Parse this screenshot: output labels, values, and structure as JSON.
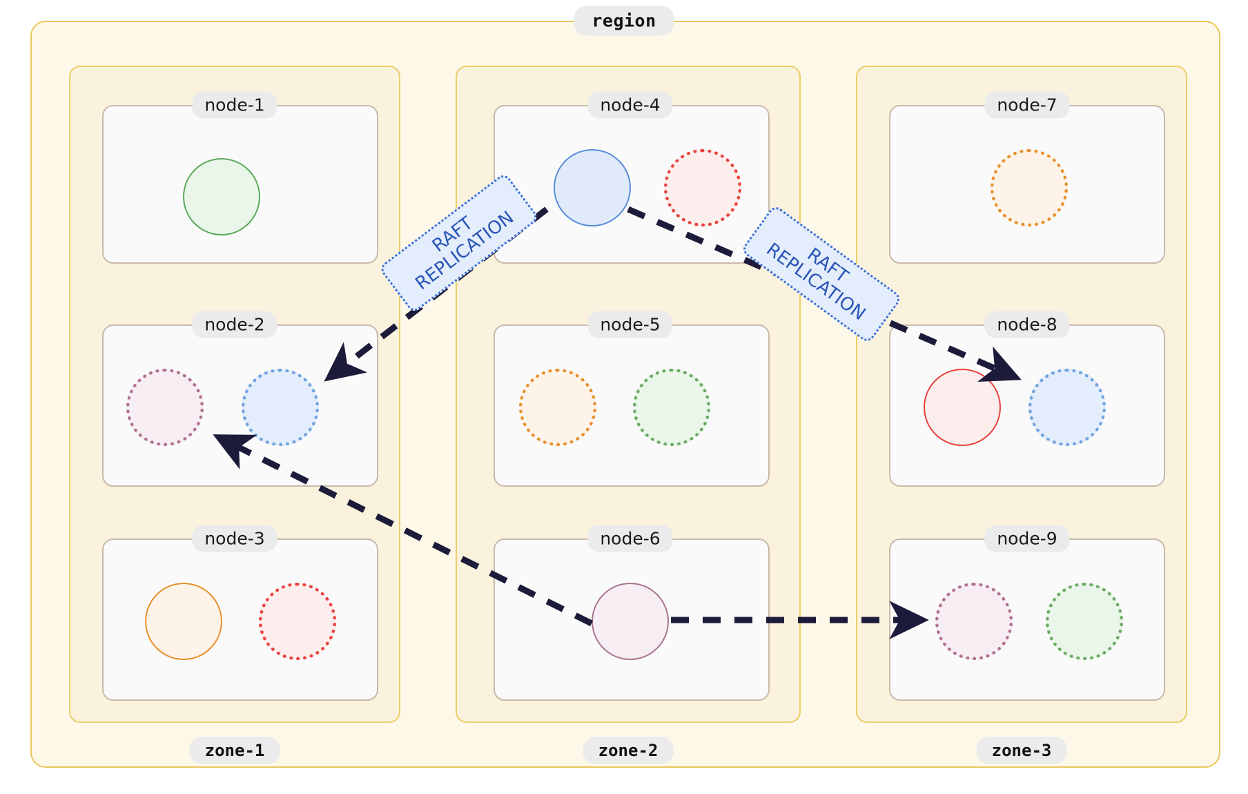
{
  "diagram": {
    "type": "distributed-system-topology",
    "region": {
      "label": "region"
    },
    "zones": [
      {
        "id": "zone-1",
        "label": "zone-1"
      },
      {
        "id": "zone-2",
        "label": "zone-2"
      },
      {
        "id": "zone-3",
        "label": "zone-3"
      }
    ],
    "nodes": [
      {
        "id": "node-1",
        "label": "node-1",
        "zone": "zone-1",
        "replicas": [
          {
            "role": "leader",
            "style": "solid",
            "color": "#5caa5c"
          }
        ]
      },
      {
        "id": "node-2",
        "label": "node-2",
        "zone": "zone-1",
        "replicas": [
          {
            "role": "follower",
            "style": "dotted",
            "color": "#b0708f"
          },
          {
            "role": "follower",
            "style": "dotted",
            "color": "#6fa3e0"
          }
        ]
      },
      {
        "id": "node-3",
        "label": "node-3",
        "zone": "zone-1",
        "replicas": [
          {
            "role": "leader",
            "style": "solid",
            "color": "#e8902e"
          },
          {
            "role": "follower",
            "style": "dotted",
            "color": "#e8413c"
          }
        ]
      },
      {
        "id": "node-4",
        "label": "node-4",
        "zone": "zone-2",
        "replicas": [
          {
            "role": "leader",
            "style": "solid",
            "color": "#5b8dd9"
          },
          {
            "role": "follower",
            "style": "dotted",
            "color": "#e8413c"
          }
        ]
      },
      {
        "id": "node-5",
        "label": "node-5",
        "zone": "zone-2",
        "replicas": [
          {
            "role": "follower",
            "style": "dotted",
            "color": "#e8902e"
          },
          {
            "role": "follower",
            "style": "dotted",
            "color": "#6aaa63"
          }
        ]
      },
      {
        "id": "node-6",
        "label": "node-6",
        "zone": "zone-2",
        "replicas": [
          {
            "role": "leader",
            "style": "solid",
            "color": "#a8758f"
          }
        ]
      },
      {
        "id": "node-7",
        "label": "node-7",
        "zone": "zone-3",
        "replicas": [
          {
            "role": "follower",
            "style": "dotted",
            "color": "#e8902e"
          }
        ]
      },
      {
        "id": "node-8",
        "label": "node-8",
        "zone": "zone-3",
        "replicas": [
          {
            "role": "leader",
            "style": "solid",
            "color": "#e8413c"
          },
          {
            "role": "follower",
            "style": "dotted",
            "color": "#6fa3e0"
          }
        ]
      },
      {
        "id": "node-9",
        "label": "node-9",
        "zone": "zone-3",
        "replicas": [
          {
            "role": "follower",
            "style": "dotted",
            "color": "#b0708f"
          },
          {
            "role": "follower",
            "style": "dotted",
            "color": "#6aaa63"
          }
        ]
      }
    ],
    "edges": [
      {
        "id": "edge-1",
        "from": "node-4",
        "to": "node-2",
        "label_line1": "RAFT",
        "label_line2": "REPLICATION"
      },
      {
        "id": "edge-2",
        "from": "node-4",
        "to": "node-8",
        "label_line1": "RAFT",
        "label_line2": "REPLICATION"
      },
      {
        "id": "edge-3",
        "from": "node-6",
        "to": "node-2",
        "label_line1": "",
        "label_line2": ""
      },
      {
        "id": "edge-4",
        "from": "node-6",
        "to": "node-9",
        "label_line1": "",
        "label_line2": ""
      }
    ],
    "raft_labels": [
      {
        "line1": "RAFT",
        "line2": "REPLICATION"
      },
      {
        "line1": "RAFT",
        "line2": "REPLICATION"
      }
    ],
    "colors": {
      "region_fill": "#fdf8e8",
      "region_border": "#e9c75e",
      "zone_fill": "#faf2dd",
      "zone_border": "#ecce69",
      "node_fill": "#fafafa",
      "node_border": "#c9b9ab",
      "label_pill": "#ebebeb",
      "arrow": "#1c1b3a",
      "raft_fill": "#e4edfb",
      "raft_border": "#3b6fd4",
      "raft_text": "#2a55b8"
    }
  }
}
